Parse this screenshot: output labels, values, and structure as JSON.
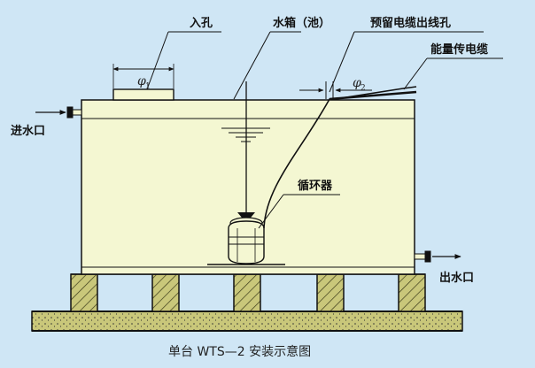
{
  "labels": {
    "manhole": "入孔",
    "tank": "水箱（池）",
    "cable_hole": "预留电缆出线孔",
    "power_cable": "能量传电缆",
    "circulator": "循环器",
    "inlet": "进水口",
    "outlet": "出水口"
  },
  "symbols": {
    "phi1_main": "φ",
    "phi1_sub": "1",
    "phi2_main": "φ",
    "phi2_sub": "2"
  },
  "caption": "单台 WTS—2 安装示意图",
  "colors": {
    "background": "#cfe6f5",
    "tank_fill": "#f4f7d2",
    "concrete": "#c9c77a",
    "line": "#111111"
  }
}
